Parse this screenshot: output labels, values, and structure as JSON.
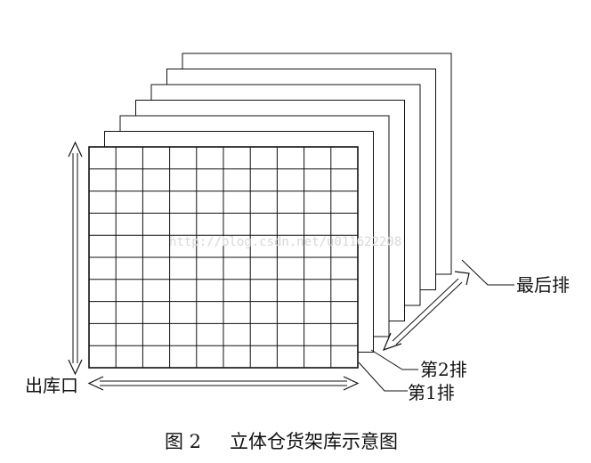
{
  "labels": {
    "exit": "出库口",
    "last_row": "最后排",
    "row2": "第2排",
    "row1": "第1排"
  },
  "watermark": "http://blog.csdn.net/u011622208",
  "caption": {
    "number": "图 2",
    "text": "立体仓货架库示意图"
  },
  "grid": {
    "columns": 10,
    "rows": 10
  },
  "rack_layers": 7
}
